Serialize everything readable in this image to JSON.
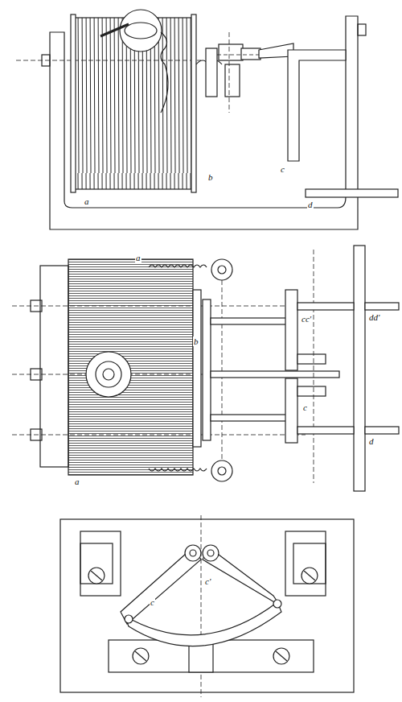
{
  "diagram": {
    "labels": [
      "a",
      "b",
      "c",
      "d",
      "a",
      "a",
      "b",
      "cc'",
      "dd'",
      "c",
      "d",
      "c",
      "c'"
    ]
  }
}
